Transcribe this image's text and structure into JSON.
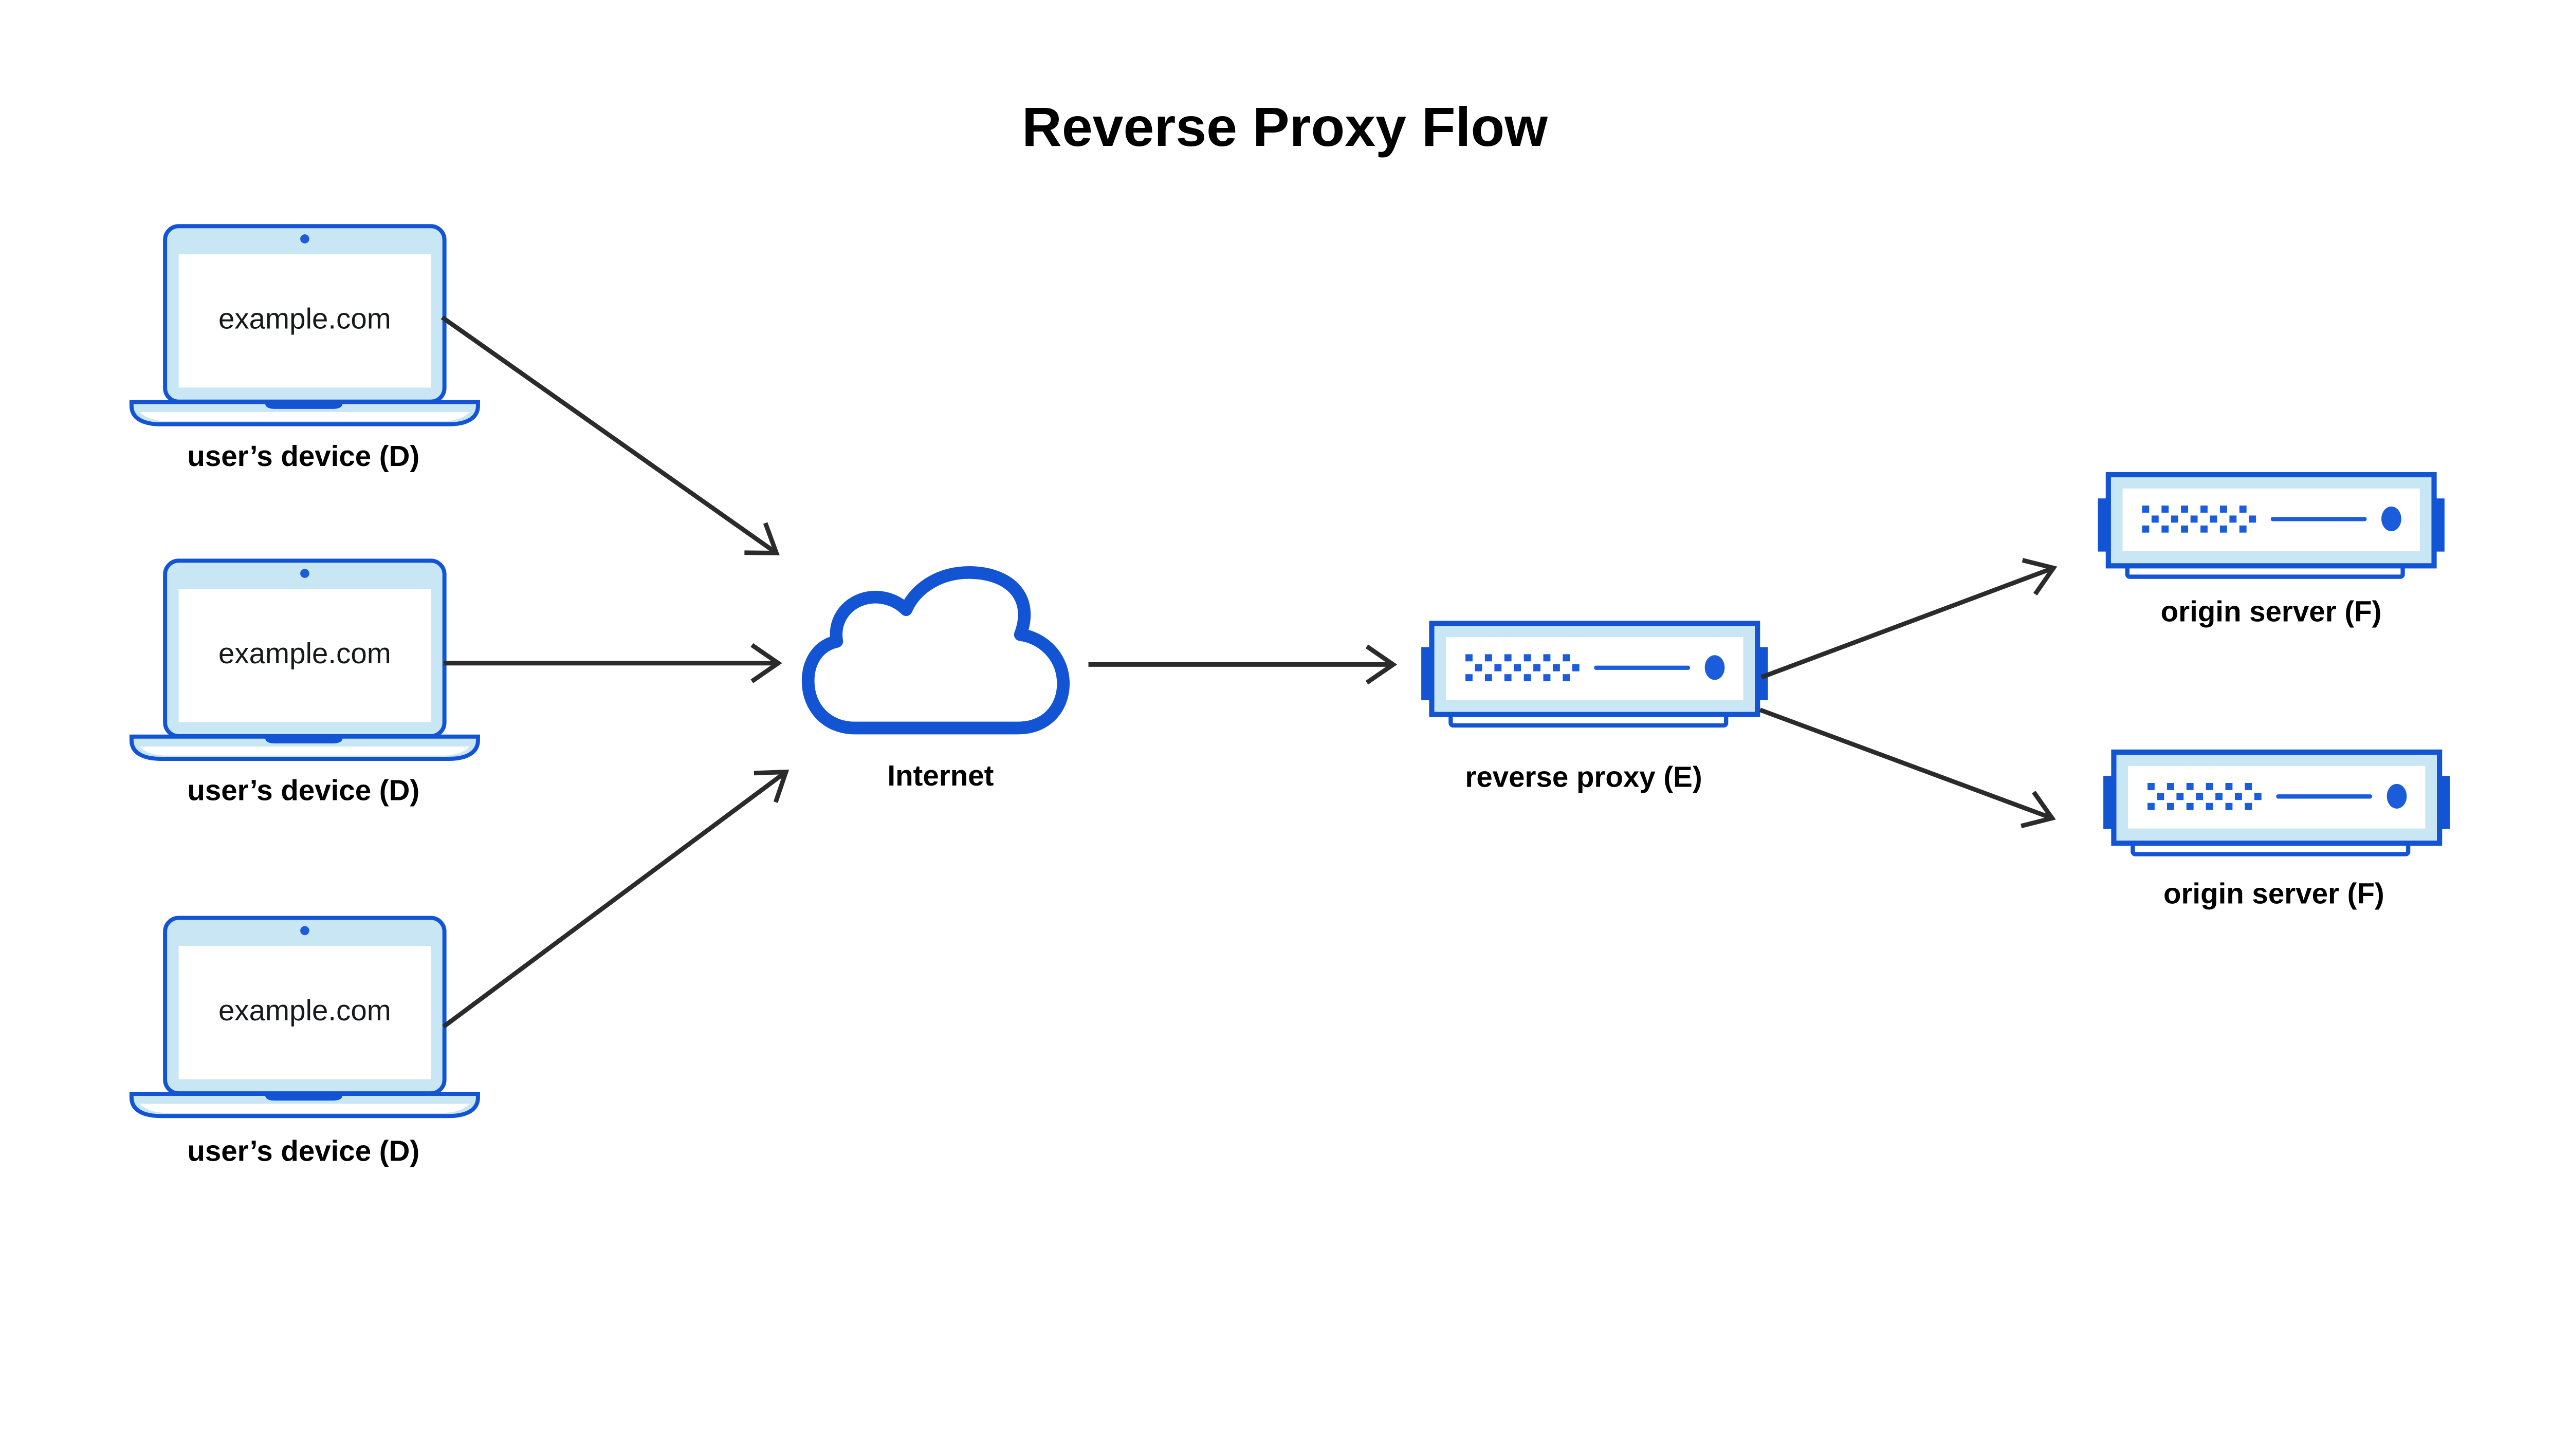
{
  "title": "Reverse Proxy Flow",
  "nodes": {
    "devices": [
      {
        "screen_text": "example.com",
        "label": "user’s device (D)"
      },
      {
        "screen_text": "example.com",
        "label": "user’s device (D)"
      },
      {
        "screen_text": "example.com",
        "label": "user’s device (D)"
      }
    ],
    "internet": {
      "label": "Internet"
    },
    "reverse_proxy": {
      "label": "reverse proxy (E)"
    },
    "origin_servers": [
      {
        "label": "origin server (F)"
      },
      {
        "label": "origin server (F)"
      }
    ]
  },
  "icons": {
    "device": "laptop-icon",
    "internet": "cloud-icon",
    "reverse_proxy": "server-icon",
    "origin_server": "server-icon"
  },
  "colors": {
    "primary_blue": "#1254d4",
    "accent_blue": "#1b5cdb",
    "light_blue": "#c8e6f3",
    "arrow_color": "#2b2b2b",
    "text_color": "#000000",
    "background": "#ffffff"
  }
}
